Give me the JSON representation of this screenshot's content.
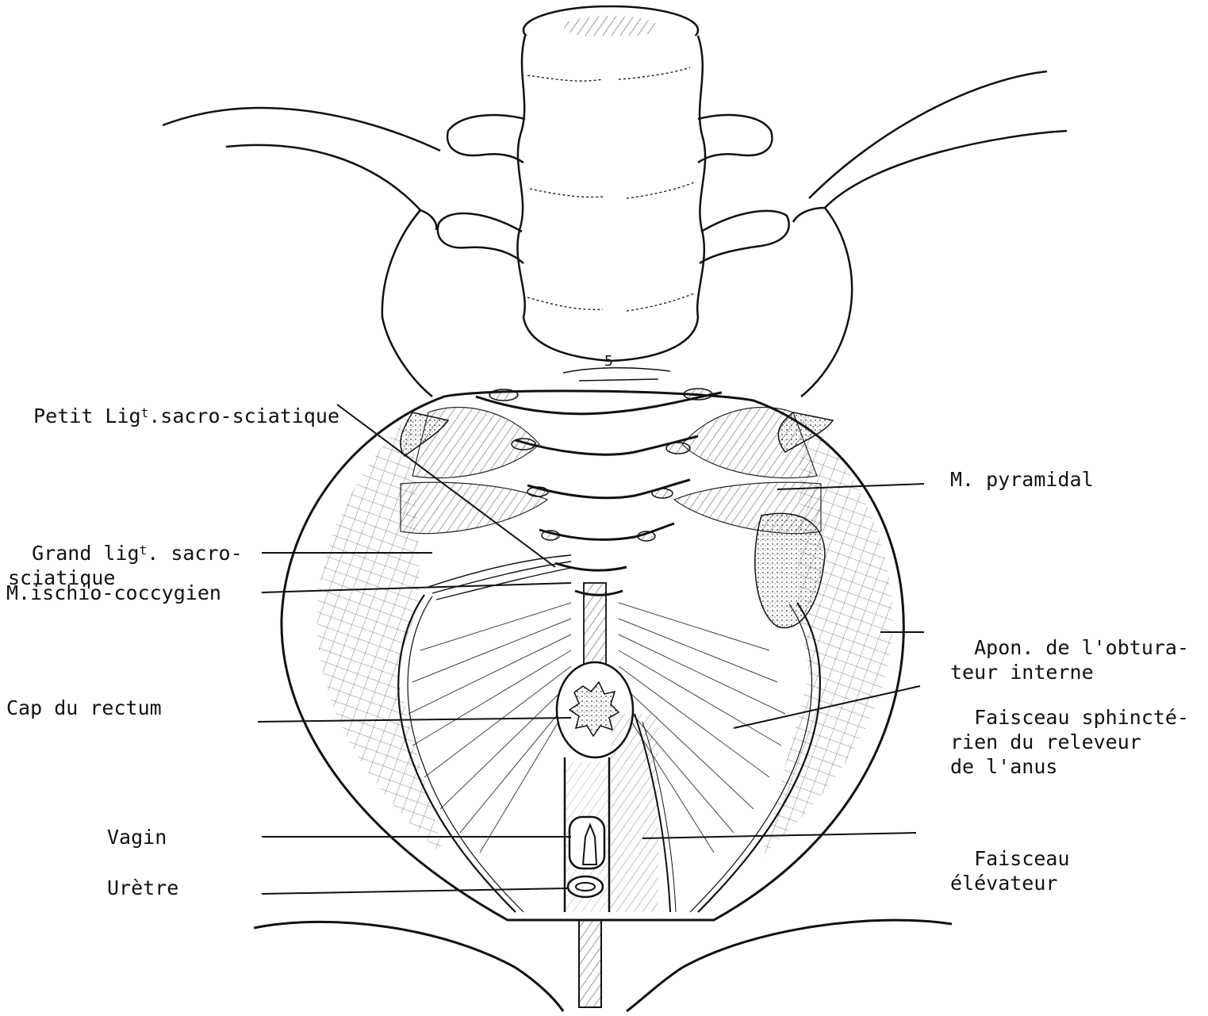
{
  "labels": {
    "petit_lig_pre": "Petit Lig",
    "petit_lig_sup": "t",
    "petit_lig_post": ".sacro-sciatique",
    "grand_lig_pre": "Grand lig",
    "grand_lig_sup": "t",
    "grand_lig_post": ". sacro-",
    "grand_lig_line2": "sciatique",
    "ischio": "M.ischio-coccygien",
    "cap_rectum": "Cap du rectum",
    "vagin": "Vagin",
    "uretre": "Urètre",
    "pyramidal": "M. pyramidal",
    "apon_line1": "Apon. de l'obtura-",
    "apon_line2": "teur interne",
    "faisceau_sph_line1": "Faisceau sphincté-",
    "faisceau_sph_line2": "rien du releveur",
    "faisceau_sph_line3": "de l'anus",
    "faisceau_elev_line1": "Faisceau",
    "faisceau_elev_line2": "élévateur",
    "vertebra_mark": "5"
  }
}
